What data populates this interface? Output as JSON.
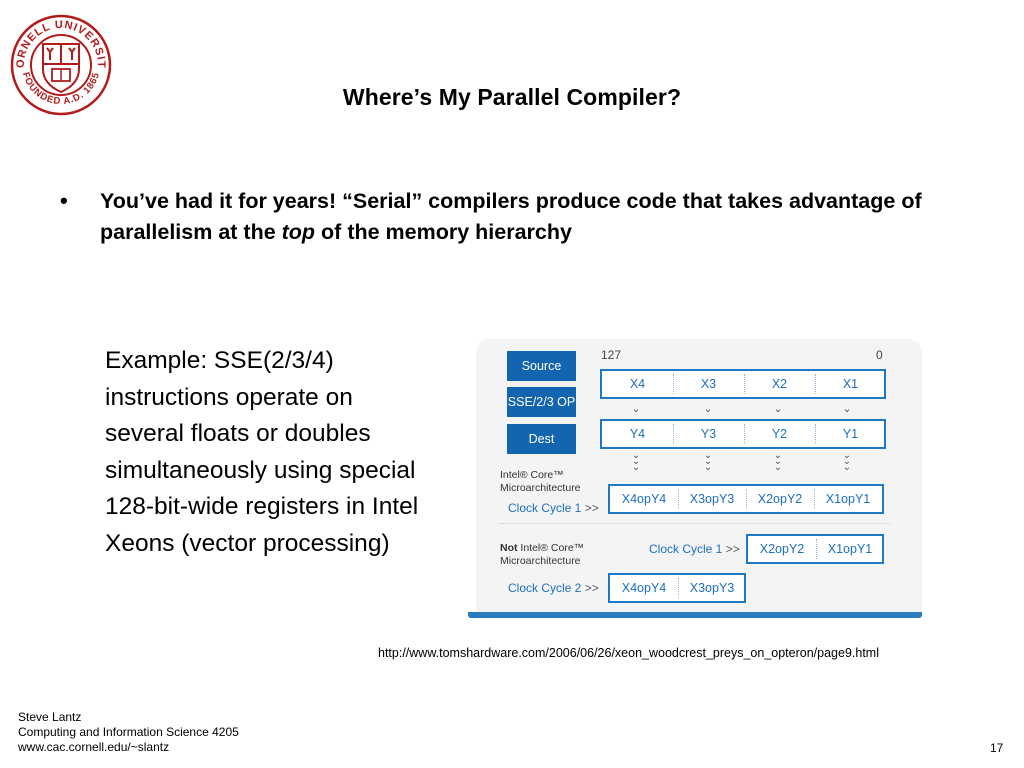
{
  "logo": {
    "ring_text_top": "CORNELL UNIVERSITY",
    "ring_text_bottom": "FOUNDED A.D. 1865",
    "color": "#b31b1b"
  },
  "title": "Where’s My Parallel Compiler?",
  "bullet": {
    "mark": "•",
    "text_part1": "You’ve had it for years!  “Serial” compilers produce code that takes advantage of parallelism at the ",
    "text_emph": "top",
    "text_part2": " of the memory hierarchy"
  },
  "example_text": "Example: SSE(2/3/4) instructions operate on several floats or doubles simultaneously using special 128-bit-wide registers in Intel Xeons (vector processing)",
  "diagram": {
    "accent_color": "#1465b0",
    "buttons": [
      "Source",
      "SSE/2/3 OP",
      "Dest"
    ],
    "bit_high": "127",
    "bit_low": "0",
    "source_row": [
      "X4",
      "X3",
      "X2",
      "X1"
    ],
    "dest_row": [
      "Y4",
      "Y3",
      "Y2",
      "Y1"
    ],
    "core_label_line1": "Intel® Core™",
    "core_label_line2": "Microarchitecture",
    "core_clock": "Clock Cycle 1",
    "core_row": [
      "X4opY4",
      "X3opY3",
      "X2opY2",
      "X1opY1"
    ],
    "notcore_label_prefix": "Not",
    "notcore_label_line1": " Intel® Core™",
    "notcore_label_line2": "Microarchitecture",
    "notcore_clock1": "Clock Cycle 1",
    "notcore_row1": [
      "X2opY2",
      "X1opY1"
    ],
    "notcore_clock2": "Clock Cycle 2",
    "notcore_row2": [
      "X4opY4",
      "X3opY3"
    ],
    "arrow_glyph": ">>"
  },
  "source_url": "http://www.tomshardware.com/2006/06/26/xeon_woodcrest_preys_on_opteron/page9.html",
  "footer": {
    "author": "Steve Lantz",
    "course": "Computing and Information Science 4205",
    "site": "www.cac.cornell.edu/~slantz"
  },
  "page_number": "17"
}
